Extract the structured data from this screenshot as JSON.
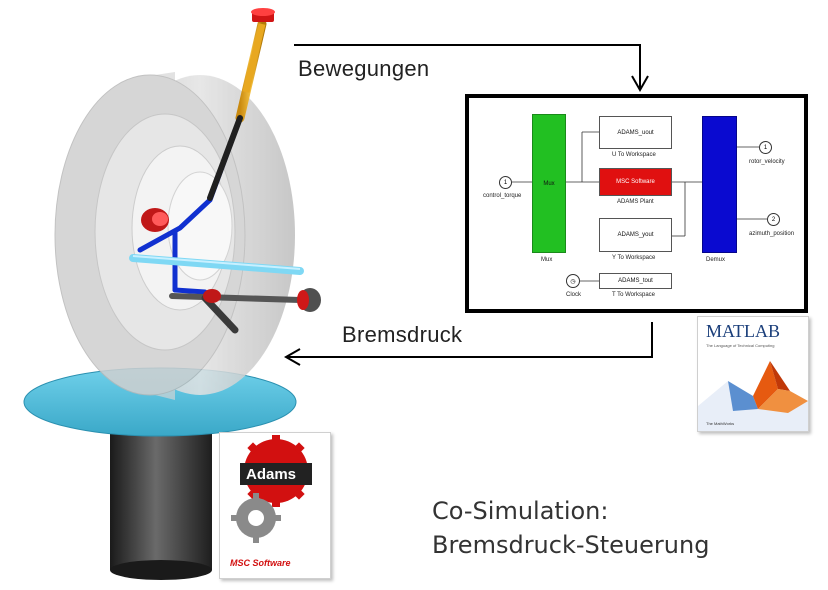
{
  "arrows": {
    "top_label": "Bewegungen",
    "bottom_label": "Bremsdruck"
  },
  "caption": {
    "line1": "Co-Simulation:",
    "line2": "Bremsdruck-Steuerung"
  },
  "simulink": {
    "mux_label": "Mux",
    "mux_caption": "Mux",
    "demux_caption": "Demux",
    "u_block": "ADAMS_uout",
    "u_caption": "U To Workspace",
    "plant_block": "MSC Software",
    "plant_caption": "ADAMS Plant",
    "y_block": "ADAMS_yout",
    "y_caption": "Y To Workspace",
    "t_block": "ADAMS_tout",
    "t_caption": "T To Workspace",
    "clock_caption": "Clock",
    "in_port": "1",
    "in_caption": "control_torque",
    "out1_port": "1",
    "out1_caption": "rotor_velocity",
    "out2_port": "2",
    "out2_caption": "azimuth_position",
    "colors": {
      "mux": "#22c022",
      "demux": "#0a0ad0",
      "plant": "#e01010"
    }
  },
  "logos": {
    "matlab_title": "MATLAB",
    "matlab_sub": "The Language of Technical Computing",
    "matlab_foot": "The MathWorks",
    "adams_title": "Adams",
    "msc_text": "MSC Software"
  }
}
